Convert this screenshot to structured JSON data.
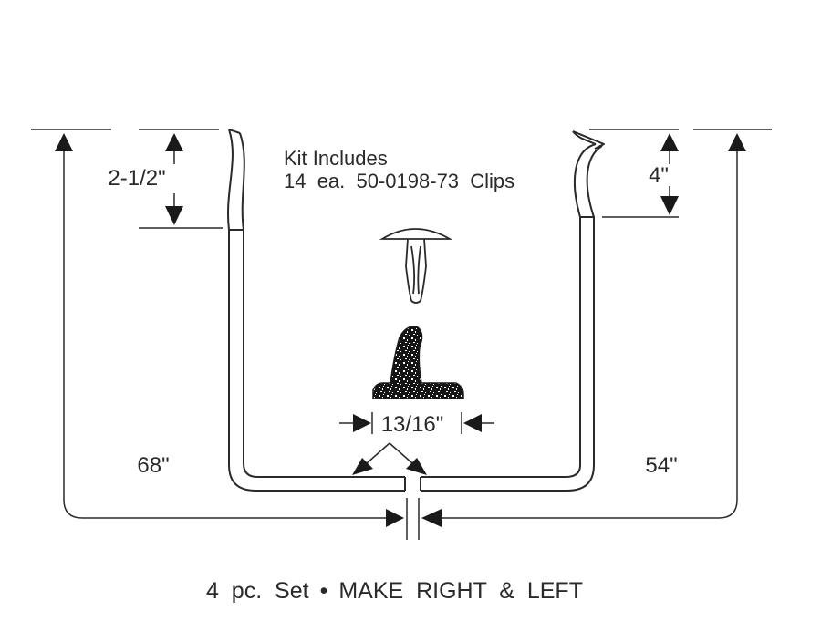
{
  "kit": {
    "line1": "Kit Includes",
    "line2": "14  ea.  50-0198-73  Clips"
  },
  "dimensions": {
    "left_lip": "2-1/2\"",
    "right_lip": "4\"",
    "left_length": "68\"",
    "right_length": "54\"",
    "profile_width": "13/16\""
  },
  "footer": {
    "set": "4  pc.  Set",
    "bullet": "•",
    "instruction": "MAKE  RIGHT  &  LEFT"
  },
  "colors": {
    "line": "#2a2a2a",
    "fill": "#1a1a1a",
    "background": "#ffffff"
  }
}
